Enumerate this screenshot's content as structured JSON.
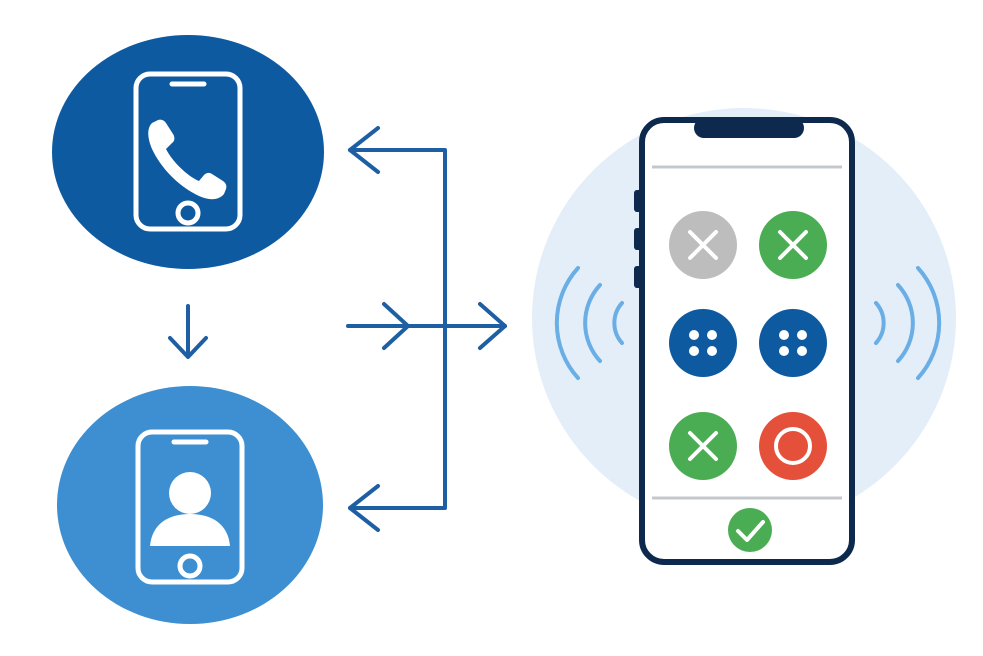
{
  "colors": {
    "background": "#ffffff",
    "navy": "#0d2a4e",
    "primary_blue": "#0e5aa0",
    "medium_blue": "#3d8fd1",
    "light_halo": "#e3eef9",
    "signal_blue": "#6aaee6",
    "arrow_blue": "#1e5fa3",
    "divider_gray": "#c4c8cc",
    "gray_button": "#bdbdbd",
    "green_button": "#4bad53",
    "red_button": "#e5503a",
    "white": "#ffffff"
  },
  "icons": {
    "call_device": "phone-handset-icon",
    "contact_device": "person-icon",
    "connector": "arrow-icon",
    "keypad_cancel": "x-icon",
    "keypad_options": "four-dot-icon",
    "keypad_record": "ring-icon",
    "confirm": "checkmark-icon",
    "signal": "signal-waves-icon"
  },
  "devices": [
    {
      "id": "call-device",
      "icon": "phone-handset-icon",
      "circle_color": "primary_blue"
    },
    {
      "id": "contact-device",
      "icon": "person-icon",
      "circle_color": "medium_blue"
    }
  ],
  "keypad": {
    "buttons": [
      {
        "id": "gray-x",
        "icon": "x-icon",
        "color": "gray_button"
      },
      {
        "id": "green-x-top",
        "icon": "x-icon",
        "color": "green_button"
      },
      {
        "id": "blue-dots-left",
        "icon": "four-dot-icon",
        "color": "primary_blue"
      },
      {
        "id": "blue-dots-right",
        "icon": "four-dot-icon",
        "color": "primary_blue"
      },
      {
        "id": "green-x-bottom",
        "icon": "x-icon",
        "color": "green_button"
      },
      {
        "id": "red-ring",
        "icon": "ring-icon",
        "color": "red_button"
      }
    ],
    "confirm": {
      "icon": "checkmark-icon",
      "color": "green_button"
    }
  }
}
